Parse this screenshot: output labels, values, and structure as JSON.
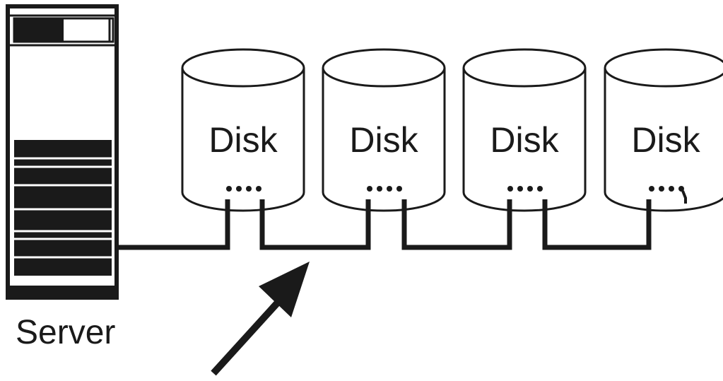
{
  "server": {
    "label": "Server"
  },
  "disks": [
    {
      "label": "Disk"
    },
    {
      "label": "Disk"
    },
    {
      "label": "Disk"
    },
    {
      "label": "Disk"
    }
  ],
  "colors": {
    "ink": "#1a1a1a",
    "background": "#ffffff"
  }
}
